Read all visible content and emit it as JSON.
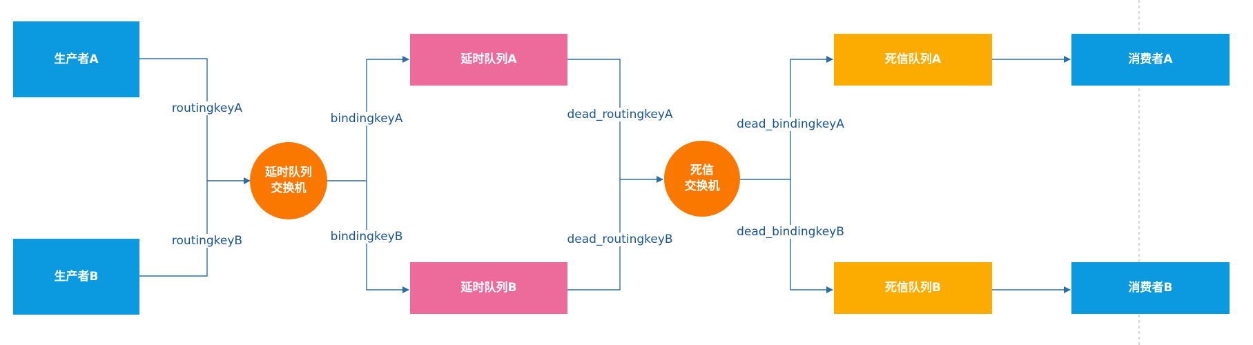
{
  "colors": {
    "producer": "#0b9ae0",
    "consumer": "#0b9ae0",
    "delay_queue": "#ed6b9b",
    "dead_queue": "#fcab00",
    "exchange": "#fa7700",
    "line": "#2a6ea8",
    "label": "#1a5490",
    "divider": "#b9b9b9"
  },
  "nodes": {
    "producer_a": "生产者A",
    "producer_b": "生产者B",
    "delay_exchange": {
      "line1": "延时队列",
      "line2": "交换机"
    },
    "delay_queue_a": "延时队列A",
    "delay_queue_b": "延时队列B",
    "dead_exchange": {
      "line1": "死信",
      "line2": "交换机"
    },
    "dead_queue_a": "死信队列A",
    "dead_queue_b": "死信队列B",
    "consumer_a": "消费者A",
    "consumer_b": "消费者B"
  },
  "labels": {
    "routing_key_a": "routingkeyA",
    "routing_key_b": "routingkeyB",
    "binding_key_a": "bindingkeyA",
    "binding_key_b": "bindingkeyB",
    "dead_routing_key_a": "dead_routingkeyA",
    "dead_routing_key_b": "dead_routingkeyB",
    "dead_binding_key_a": "dead_bindingkeyA",
    "dead_binding_key_b": "dead_bindingkeyB"
  }
}
